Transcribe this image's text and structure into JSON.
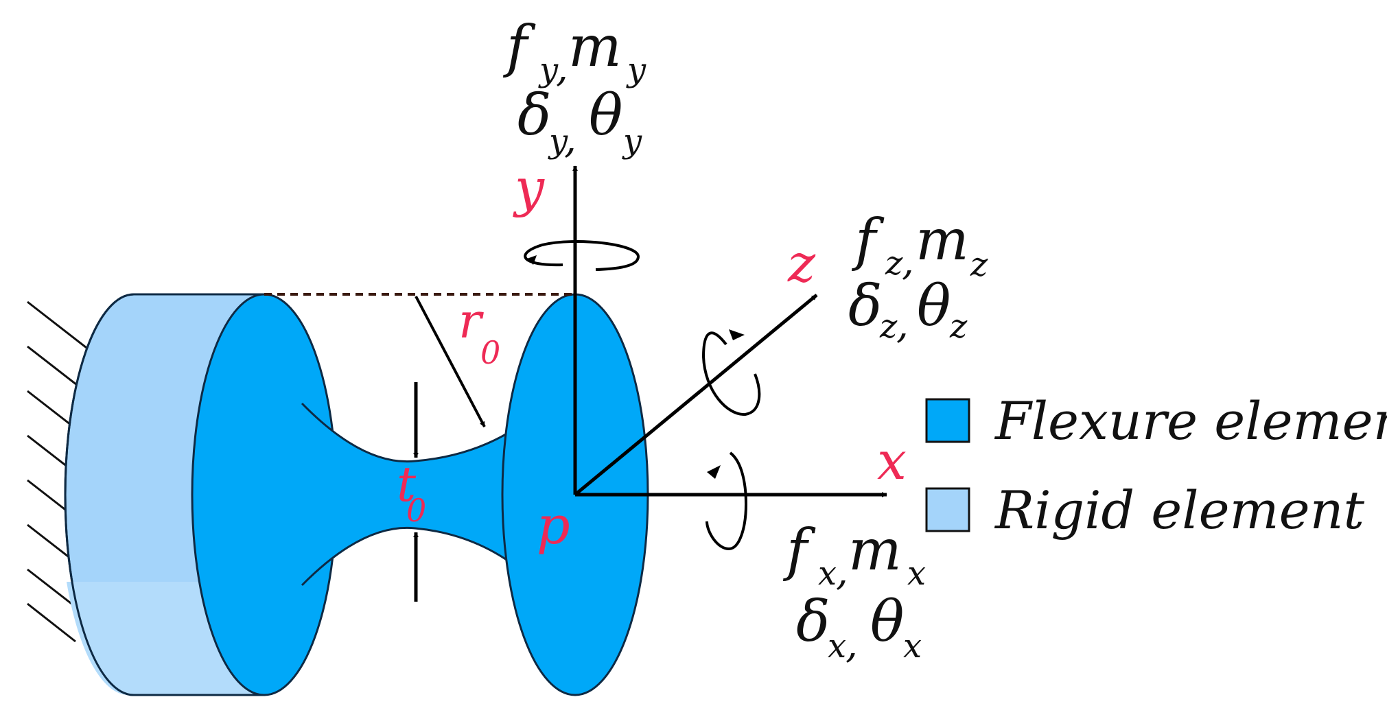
{
  "colors": {
    "flexure": "#00a8f8",
    "rigid": "#a4d4fa",
    "rigid_shade": "#b3dcfb",
    "outline": "#0e2a44",
    "label_red": "#ee2a55",
    "label_black": "#111111"
  },
  "axes": {
    "x": "x",
    "y": "y",
    "z": "z",
    "origin": "p"
  },
  "dimensions": {
    "radius_main": "r",
    "radius_sub": "0",
    "thickness_main": "t",
    "thickness_sub": "0"
  },
  "loads": {
    "y": {
      "force": "f",
      "moment": "m",
      "disp": "δ",
      "rot": "θ",
      "sub": "y"
    },
    "z": {
      "force": "f",
      "moment": "m",
      "disp": "δ",
      "rot": "θ",
      "sub": "z"
    },
    "x": {
      "force": "f",
      "moment": "m",
      "disp": "δ",
      "rot": "θ",
      "sub": "x"
    },
    "separator": ","
  },
  "legend": [
    {
      "label": "Flexure element",
      "swatch": "flexure"
    },
    {
      "label": "Rigid element",
      "swatch": "rigid"
    }
  ]
}
